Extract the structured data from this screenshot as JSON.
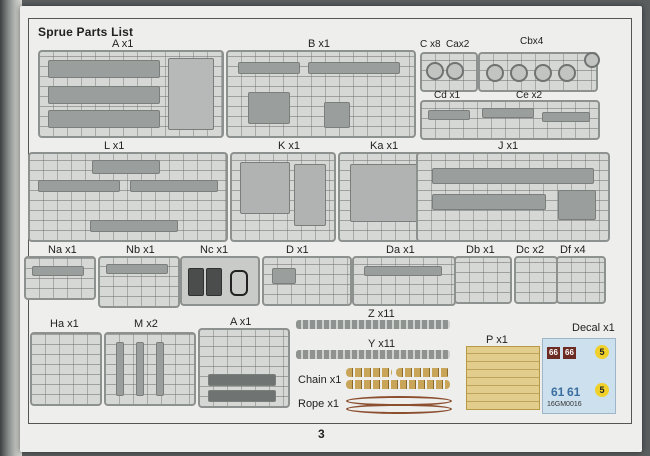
{
  "document": {
    "title": "Sprue Parts List",
    "page_number": "3",
    "decal_code": "16GM0016",
    "decal_numbers": [
      "66",
      "66",
      "5",
      "61",
      "61",
      "5"
    ]
  },
  "labels": {
    "A1": "A x1",
    "B": "B x1",
    "C": "C x8",
    "Ca": "Cax2",
    "Cb": "Cbx4",
    "Cd": "Cd x1",
    "Ce": "Ce x2",
    "L": "L x1",
    "K": "K x1",
    "Ka": "Ka x1",
    "J": "J x1",
    "Na": "Na x1",
    "Nb": "Nb x1",
    "Nc": "Nc x1",
    "D": "D x1",
    "Da": "Da x1",
    "Db": "Db x1",
    "Dc": "Dc x2",
    "Df": "Df x4",
    "Ha": "Ha x1",
    "M": "M x2",
    "A2": "A x1",
    "Z": "Z x11",
    "Y": "Y x11",
    "Chain": "Chain x1",
    "Rope": "Rope x1",
    "P": "P x1",
    "Decal": "Decal x1"
  }
}
